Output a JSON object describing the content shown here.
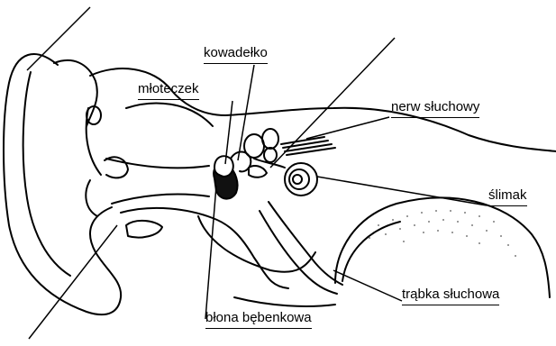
{
  "diagram": {
    "labels": {
      "kowadelko": "kowadełko",
      "mloteczek": "młoteczek",
      "nerw": "nerw słuchowy",
      "slimak": "ślimak",
      "trabka": "trąbka słuchowa",
      "blona": "błona bębenkowa"
    }
  }
}
